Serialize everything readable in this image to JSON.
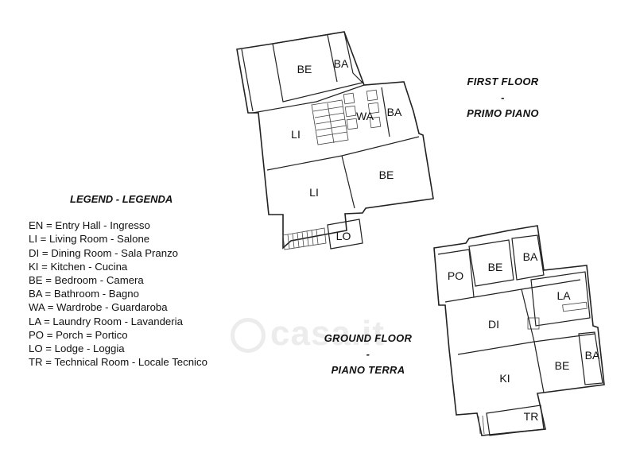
{
  "first_floor": {
    "title_en": "FIRST FLOOR",
    "separator": "-",
    "title_it": "PRIMO PIANO",
    "rooms": [
      "BE",
      "BA",
      "LI",
      "WA",
      "BA",
      "LI",
      "BE",
      "LO"
    ]
  },
  "ground_floor": {
    "title_en": "GROUND FLOOR",
    "separator": "-",
    "title_it": "PIANO TERRA",
    "rooms": [
      "PO",
      "BE",
      "BA",
      "LA",
      "DI",
      "KI",
      "BE",
      "BA",
      "TR"
    ]
  },
  "legend": {
    "title": "LEGEND - LEGENDA",
    "items": [
      "EN = Entry Hall - Ingresso",
      "LI = Living Room - Salone",
      "DI = Dining Room - Sala Pranzo",
      "KI = Kitchen - Cucina",
      "BE = Bedroom - Camera",
      "BA = Bathroom - Bagno",
      "WA = Wardrobe - Guardaroba",
      "LA = Laundry Room - Lavanderia",
      "PO = Porch = Portico",
      "LO = Lodge - Loggia",
      "TR = Technical Room - Locale Tecnico"
    ]
  },
  "watermark": {
    "text": "casa.it"
  }
}
